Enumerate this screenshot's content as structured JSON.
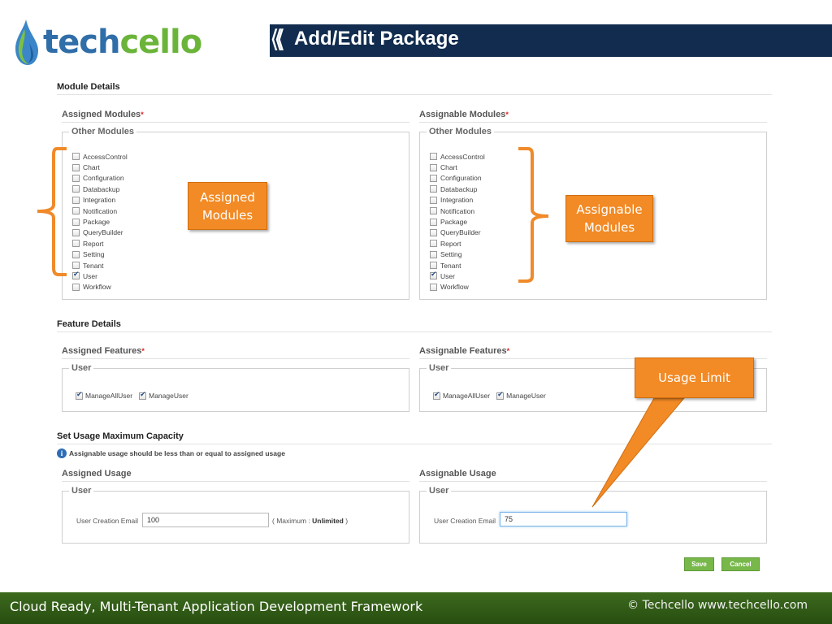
{
  "header": {
    "logo_prefix": "tech",
    "logo_suffix": "cello",
    "title": "Add/Edit Package",
    "chevrons": "⟪⟨",
    "brand_blue": "#2f6ea8",
    "brand_green": "#6bb43a",
    "title_bar_color": "#112c4e"
  },
  "module_details": {
    "heading": "Module Details",
    "required_mark": "*",
    "assigned": {
      "title": "Assigned Modules",
      "group_legend": "Other Modules",
      "items": [
        {
          "label": "AccessControl",
          "checked": false
        },
        {
          "label": "Chart",
          "checked": false
        },
        {
          "label": "Configuration",
          "checked": false
        },
        {
          "label": "Databackup",
          "checked": false
        },
        {
          "label": "Integration",
          "checked": false
        },
        {
          "label": "Notification",
          "checked": false
        },
        {
          "label": "Package",
          "checked": false
        },
        {
          "label": "QueryBuilder",
          "checked": false
        },
        {
          "label": "Report",
          "checked": false
        },
        {
          "label": "Setting",
          "checked": false
        },
        {
          "label": "Tenant",
          "checked": false
        },
        {
          "label": "User",
          "checked": true
        },
        {
          "label": "Workflow",
          "checked": false
        }
      ]
    },
    "assignable": {
      "title": "Assignable Modules",
      "group_legend": "Other Modules",
      "items": [
        {
          "label": "AccessControl",
          "checked": false
        },
        {
          "label": "Chart",
          "checked": false
        },
        {
          "label": "Configuration",
          "checked": false
        },
        {
          "label": "Databackup",
          "checked": false
        },
        {
          "label": "Integration",
          "checked": false
        },
        {
          "label": "Notification",
          "checked": false
        },
        {
          "label": "Package",
          "checked": false
        },
        {
          "label": "QueryBuilder",
          "checked": false
        },
        {
          "label": "Report",
          "checked": false
        },
        {
          "label": "Setting",
          "checked": false
        },
        {
          "label": "Tenant",
          "checked": false
        },
        {
          "label": "User",
          "checked": true
        },
        {
          "label": "Workflow",
          "checked": false
        }
      ]
    }
  },
  "feature_details": {
    "heading": "Feature Details",
    "assigned": {
      "title": "Assigned Features",
      "group_legend": "User",
      "items": [
        {
          "label": "ManageAllUser",
          "checked": true
        },
        {
          "label": "ManageUser",
          "checked": true
        }
      ]
    },
    "assignable": {
      "title": "Assignable Features",
      "group_legend": "User",
      "items": [
        {
          "label": "ManageAllUser",
          "checked": true
        },
        {
          "label": "ManageUser",
          "checked": true
        }
      ]
    }
  },
  "usage": {
    "heading": "Set Usage Maximum Capacity",
    "info_text": "Assignable usage should be less than or equal to assigned usage",
    "info_icon": "i",
    "assigned": {
      "title": "Assigned Usage",
      "group_legend": "User",
      "field_label": "User Creation Email",
      "value": "100",
      "note_prefix": "( Maximum : ",
      "note_value": "Unlimited",
      "note_suffix": " )"
    },
    "assignable": {
      "title": "Assignable Usage",
      "group_legend": "User",
      "field_label": "User Creation Email",
      "value": "75"
    }
  },
  "buttons": {
    "save": "Save",
    "cancel": "Cancel"
  },
  "annotations": {
    "assigned_modules_line1": "Assigned",
    "assigned_modules_line2": "Modules",
    "assignable_modules_line1": "Assignable",
    "assignable_modules_line2": "Modules",
    "usage_limit": "Usage Limit",
    "accent": "#f28a25"
  },
  "footer": {
    "tagline": "Cloud Ready, Multi-Tenant Application Development Framework",
    "copyright": "© Techcello www.techcello.com",
    "color": "#335c17"
  }
}
